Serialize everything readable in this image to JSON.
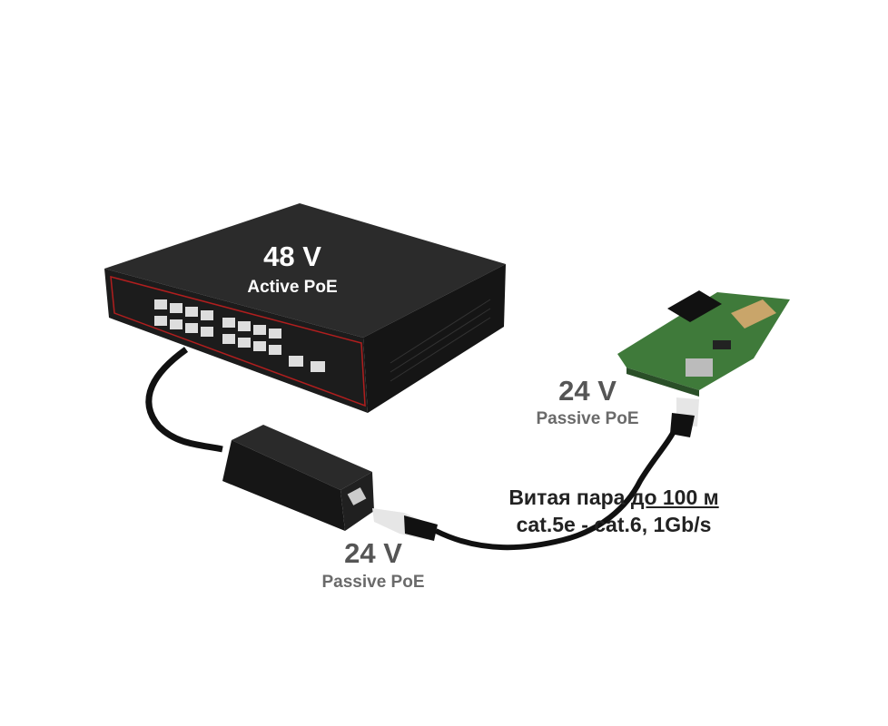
{
  "switch": {
    "voltage": "48 V",
    "type": "Active PoE"
  },
  "device": {
    "voltage": "24 V",
    "type": "Passive PoE"
  },
  "injector": {
    "voltage": "24 V",
    "type": "Passive PoE"
  },
  "cable": {
    "name": "Витая пара",
    "distance": "до 100 м",
    "spec": "cat.5e - cat.6, 1Gb/s"
  },
  "colors": {
    "switch_accent": "#b01e1e",
    "board": "#3f7a3a",
    "text": "#222222",
    "label_gray": "#555555"
  }
}
